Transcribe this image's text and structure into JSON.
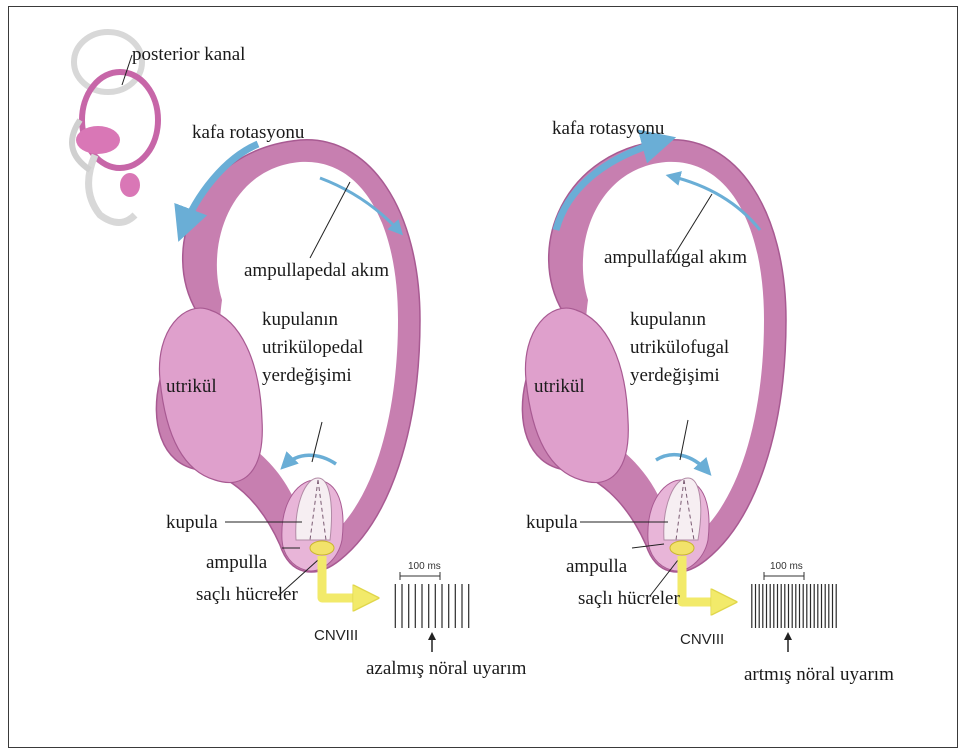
{
  "labels": {
    "posterior": "posterior kanal",
    "head_rotation": "kafa rotasyonu",
    "utricle": "utrikül",
    "cupula": "kupula",
    "ampulla": "ampulla",
    "hair_cells": "saçlı hücreler",
    "nerve": "CNVIII",
    "time_scale": "100 ms"
  },
  "left_panel": {
    "flow": "ampullapedal akım",
    "displacement_1": "kupulanın",
    "displacement_2": "utrikülopedal",
    "displacement_3": "yerdeğişimi",
    "neural": "azalmış nöral uyarım",
    "spike_count": 12
  },
  "right_panel": {
    "flow": "ampullafugal akım",
    "displacement_1": "kupulanın",
    "displacement_2": "utrikülofugal",
    "displacement_3": "yerdeğişimi",
    "neural": "artmış nöral uyarım",
    "spike_count": 24
  },
  "colors": {
    "canal_outer": "#c77fb0",
    "canal_fill": "#dfa0cc",
    "canal_inner": "#f3d6ea",
    "cupula": "#f6eef2",
    "arrow_blue": "#6aaed6",
    "nerve_yellow": "#f2ea6a"
  }
}
